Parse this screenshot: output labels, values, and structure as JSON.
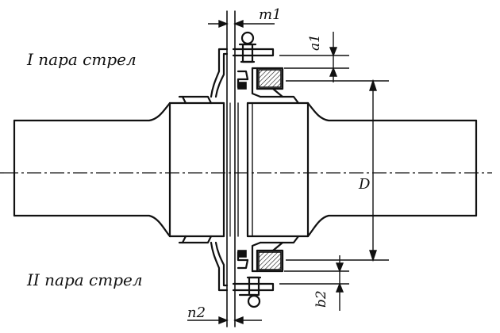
{
  "labels": {
    "pair1": "I пара стрел",
    "pair2": "II пара стрел",
    "m1": "m1",
    "a1": "a1",
    "D": "D",
    "b2": "b2",
    "n2": "n2"
  }
}
